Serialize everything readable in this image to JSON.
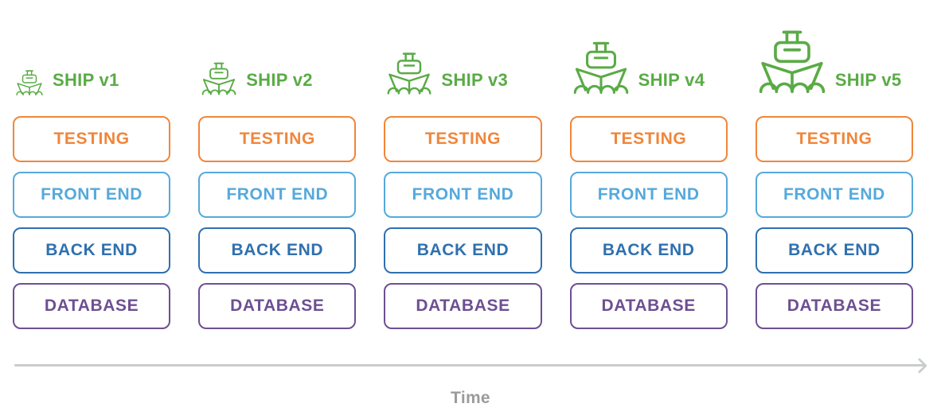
{
  "palette": {
    "ship_green": "#5aab46",
    "testing": "#f0863a",
    "front_end": "#55a9dc",
    "back_end": "#2f70ae",
    "database": "#6d4f92",
    "arrow_gray": "#cacccd",
    "time_gray": "#9b9b9b"
  },
  "columns": [
    {
      "ship_label": "SHIP v1",
      "ship_icon": "ship-icon",
      "stages": [
        {
          "key": "testing",
          "label": "TESTING"
        },
        {
          "key": "front_end",
          "label": "FRONT END"
        },
        {
          "key": "back_end",
          "label": "BACK END"
        },
        {
          "key": "database",
          "label": "DATABASE"
        }
      ]
    },
    {
      "ship_label": "SHIP v2",
      "ship_icon": "ship-icon",
      "stages": [
        {
          "key": "testing",
          "label": "TESTING"
        },
        {
          "key": "front_end",
          "label": "FRONT END"
        },
        {
          "key": "back_end",
          "label": "BACK END"
        },
        {
          "key": "database",
          "label": "DATABASE"
        }
      ]
    },
    {
      "ship_label": "SHIP v3",
      "ship_icon": "ship-icon",
      "stages": [
        {
          "key": "testing",
          "label": "TESTING"
        },
        {
          "key": "front_end",
          "label": "FRONT END"
        },
        {
          "key": "back_end",
          "label": "BACK END"
        },
        {
          "key": "database",
          "label": "DATABASE"
        }
      ]
    },
    {
      "ship_label": "SHIP v4",
      "ship_icon": "ship-icon",
      "stages": [
        {
          "key": "testing",
          "label": "TESTING"
        },
        {
          "key": "front_end",
          "label": "FRONT END"
        },
        {
          "key": "back_end",
          "label": "BACK END"
        },
        {
          "key": "database",
          "label": "DATABASE"
        }
      ]
    },
    {
      "ship_label": "SHIP v5",
      "ship_icon": "ship-icon",
      "stages": [
        {
          "key": "testing",
          "label": "TESTING"
        },
        {
          "key": "front_end",
          "label": "FRONT END"
        },
        {
          "key": "back_end",
          "label": "BACK END"
        },
        {
          "key": "database",
          "label": "DATABASE"
        }
      ]
    }
  ],
  "timeline": {
    "label": "Time"
  }
}
